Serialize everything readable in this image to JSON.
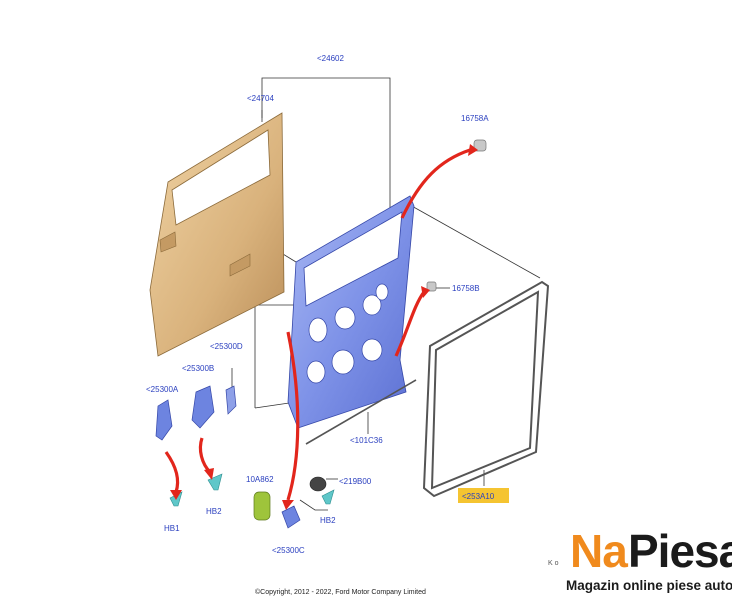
{
  "callouts": {
    "inner_panel": "<24602",
    "outer_panel": "<24704",
    "bumper_top": "16758A",
    "bumper_mid": "16758B",
    "hinge_d": "<25300D",
    "hinge_b": "<25300B",
    "hinge_a": "<25300A",
    "weatherstrip": "<101C36",
    "grease": "10A862",
    "pin": "<219B00",
    "hinge_c": "<25300C",
    "seal": "<253A10",
    "hb1": "HB1",
    "hb2_left": "HB2",
    "hb2_right": "HB2"
  },
  "copyright": "©Copyright, 2012 - 2022, Ford Motor Company Limited",
  "brand": {
    "name_part1": "Na",
    "name_part2": "Piesa",
    "tagline": "Magazin online piese auto",
    "ghost_text": "K o"
  },
  "colors": {
    "callout": "#2a3fbf",
    "outer_panel": "#d9b27c",
    "inner_panel": "#7f93e8",
    "arrow": "#e2261c",
    "highlight": "#f5c431",
    "brand_orange": "#f08a1d"
  }
}
